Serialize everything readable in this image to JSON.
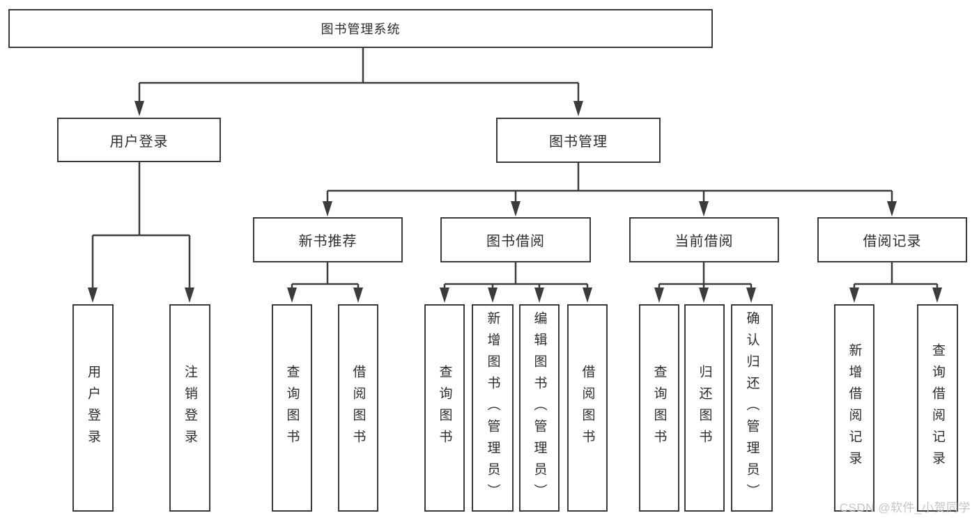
{
  "tree": {
    "root": "图书管理系统",
    "branches": [
      {
        "label": "用户登录",
        "children": [
          "用户登录",
          "注销登录"
        ]
      },
      {
        "label": "图书管理",
        "sections": [
          {
            "label": "新书推荐",
            "children": [
              "查询图书",
              "借阅图书"
            ]
          },
          {
            "label": "图书借阅",
            "children": [
              "查询图书",
              "新增图书（管理员）",
              "编辑图书（管理员）",
              "借阅图书"
            ]
          },
          {
            "label": "当前借阅",
            "children": [
              "查询图书",
              "归还图书",
              "确认归还（管理员）"
            ]
          },
          {
            "label": "借阅记录",
            "children": [
              "新增借阅记录",
              "查询借阅记录"
            ]
          }
        ]
      }
    ]
  },
  "watermark": {
    "text": "CSDN @软件_小贺同学"
  },
  "colors": {
    "line": "#3b3b3b",
    "border": "#3a3a3a",
    "text": "#2d2d2d",
    "watermark": "#c5c5c5",
    "background": "#ffffff"
  }
}
